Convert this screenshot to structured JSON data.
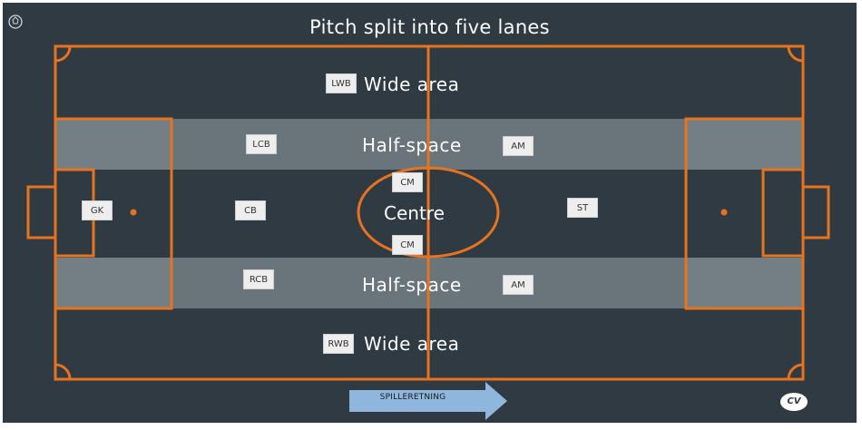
{
  "title": "Pitch split into five lanes",
  "lanes": {
    "wide_top": "Wide area",
    "half_top": "Half-space",
    "centre": "Centre",
    "half_bottom": "Half-space",
    "wide_bottom": "Wide area"
  },
  "positions": {
    "lwb": "LWB",
    "lcb": "LCB",
    "am_top": "AM",
    "cm_top": "CM",
    "gk": "GK",
    "cb": "CB",
    "st": "ST",
    "cm_bottom": "CM",
    "rcb": "RCB",
    "am_bottom": "AM",
    "rwb": "RWB"
  },
  "direction_label": "SPILLERETNING",
  "logo_text": "CV",
  "colors": {
    "background": "#2f3a43",
    "lines": "#e8731f",
    "half_space_band": "#6a747b",
    "arrow": "#8fb6dd"
  }
}
